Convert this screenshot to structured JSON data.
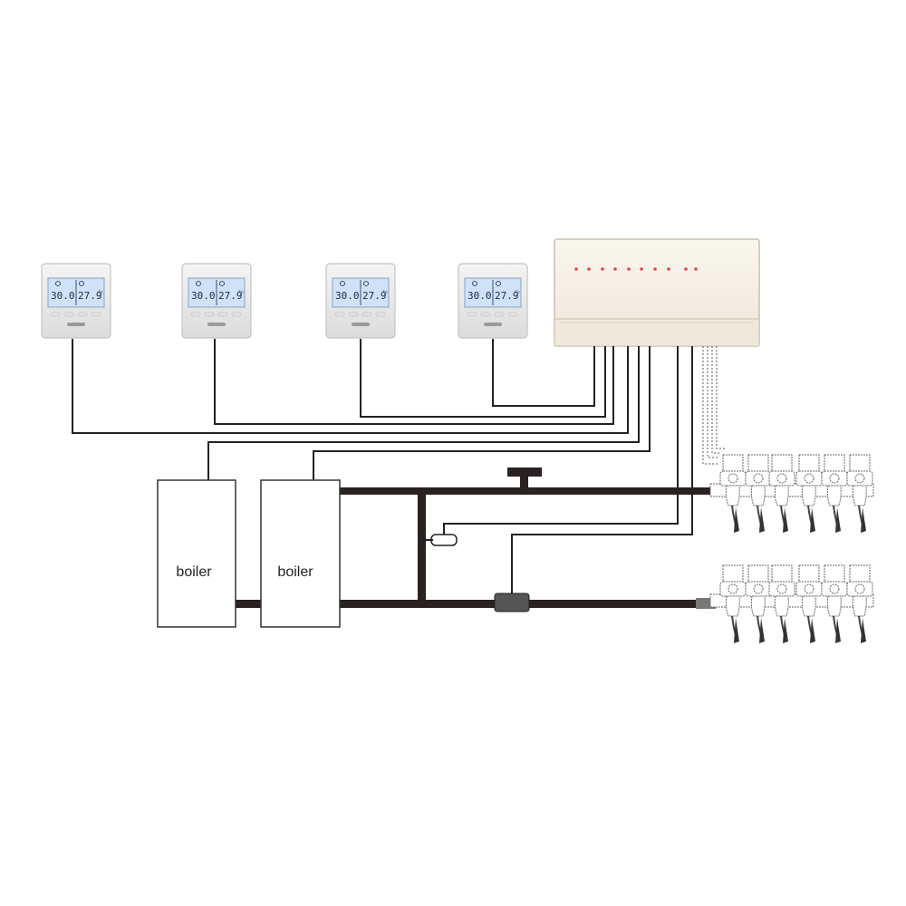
{
  "thermostats": [
    {
      "id": "t1",
      "set_temp": "30.0",
      "room_temp": "27.9",
      "unit": "°c"
    },
    {
      "id": "t2",
      "set_temp": "30.0",
      "room_temp": "27.9",
      "unit": "°c"
    },
    {
      "id": "t3",
      "set_temp": "30.0",
      "room_temp": "27.9",
      "unit": "°c"
    },
    {
      "id": "t4",
      "set_temp": "30.0",
      "room_temp": "27.9",
      "unit": "°c"
    }
  ],
  "boilers": [
    {
      "label": "boiler"
    },
    {
      "label": "boiler"
    }
  ],
  "controller": {
    "led_count": 10,
    "led_color": "#e04848"
  },
  "colors": {
    "pipe": "#2a2220",
    "wire": "#222222",
    "housing": "#f6f2e8",
    "lcd": "#cfe2f6"
  }
}
